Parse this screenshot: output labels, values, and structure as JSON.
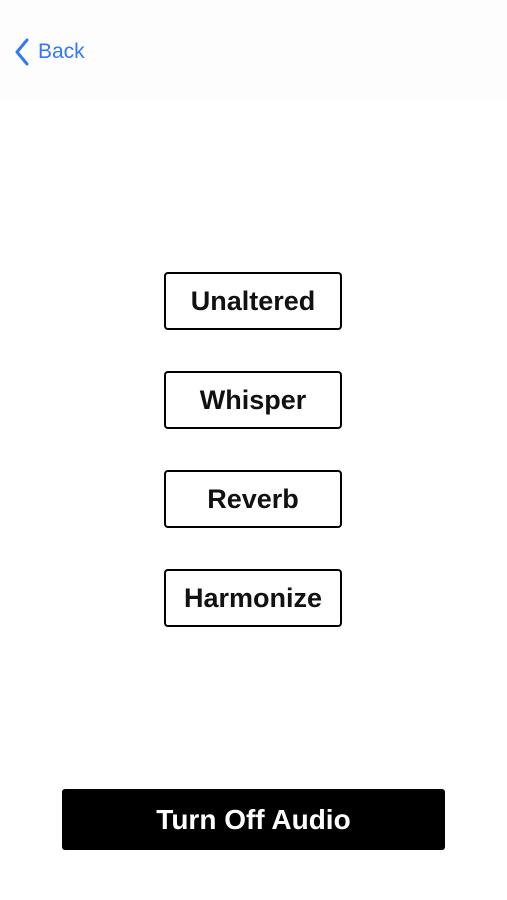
{
  "nav": {
    "back_label": "Back",
    "back_icon": "chevron-left-icon",
    "accent_color": "#3478f6"
  },
  "effects": {
    "items": [
      {
        "label": "Unaltered"
      },
      {
        "label": "Whisper"
      },
      {
        "label": "Reverb"
      },
      {
        "label": "Harmonize"
      }
    ]
  },
  "footer": {
    "audio_toggle_label": "Turn Off Audio"
  }
}
